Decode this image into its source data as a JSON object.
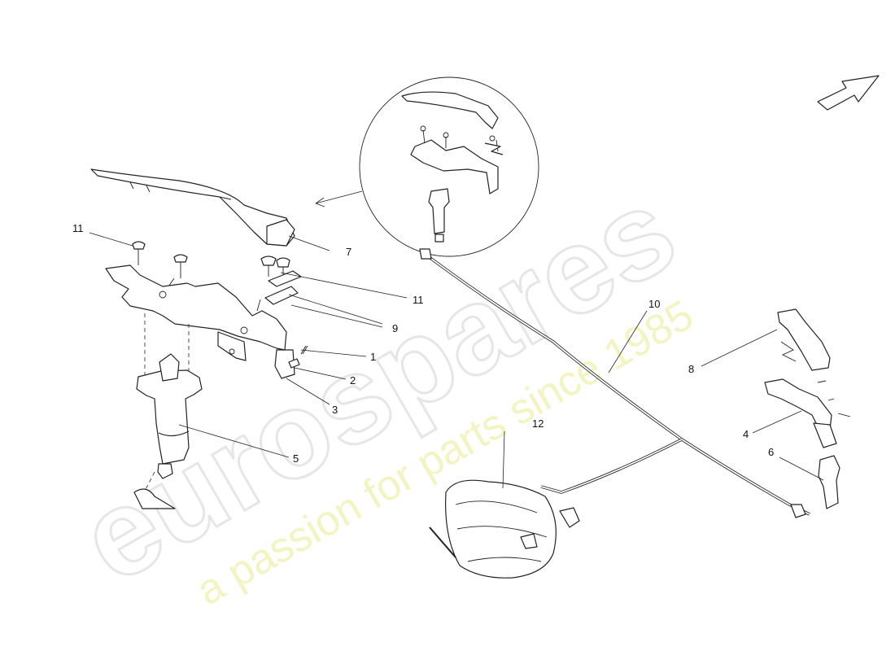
{
  "watermark": {
    "brand": "eurospares",
    "tagline": "a passion for parts since 1985"
  },
  "callouts": [
    {
      "id": "1",
      "label": "1"
    },
    {
      "id": "2",
      "label": "2"
    },
    {
      "id": "3",
      "label": "3"
    },
    {
      "id": "4",
      "label": "4"
    },
    {
      "id": "5",
      "label": "5"
    },
    {
      "id": "6",
      "label": "6"
    },
    {
      "id": "7",
      "label": "7"
    },
    {
      "id": "8",
      "label": "8"
    },
    {
      "id": "9",
      "label": "9"
    },
    {
      "id": "10",
      "label": "10"
    },
    {
      "id": "11a",
      "label": "11"
    },
    {
      "id": "11b",
      "label": "11"
    },
    {
      "id": "12",
      "label": "12"
    }
  ],
  "icons": {
    "direction_arrow": "forward-arrow-icon"
  }
}
